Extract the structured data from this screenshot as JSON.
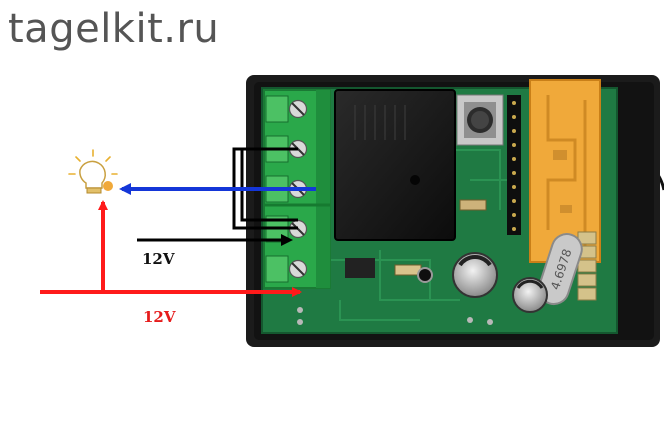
{
  "watermark": "tagelkit.ru",
  "labels": {
    "voltage_black": "12V",
    "voltage_red": "12V"
  },
  "crystal_marking": "4.6978",
  "colors": {
    "red_wire": "#ff1a1a",
    "blue_wire": "#1436d8",
    "black_wire": "#000000",
    "pcb": "#1f7a43",
    "terminal": "#2aa84a",
    "rf_module": "#f0a93a",
    "case": "#1b1b1b",
    "lamp": "#e8b030"
  },
  "icons": [
    "light-bulb-icon"
  ]
}
